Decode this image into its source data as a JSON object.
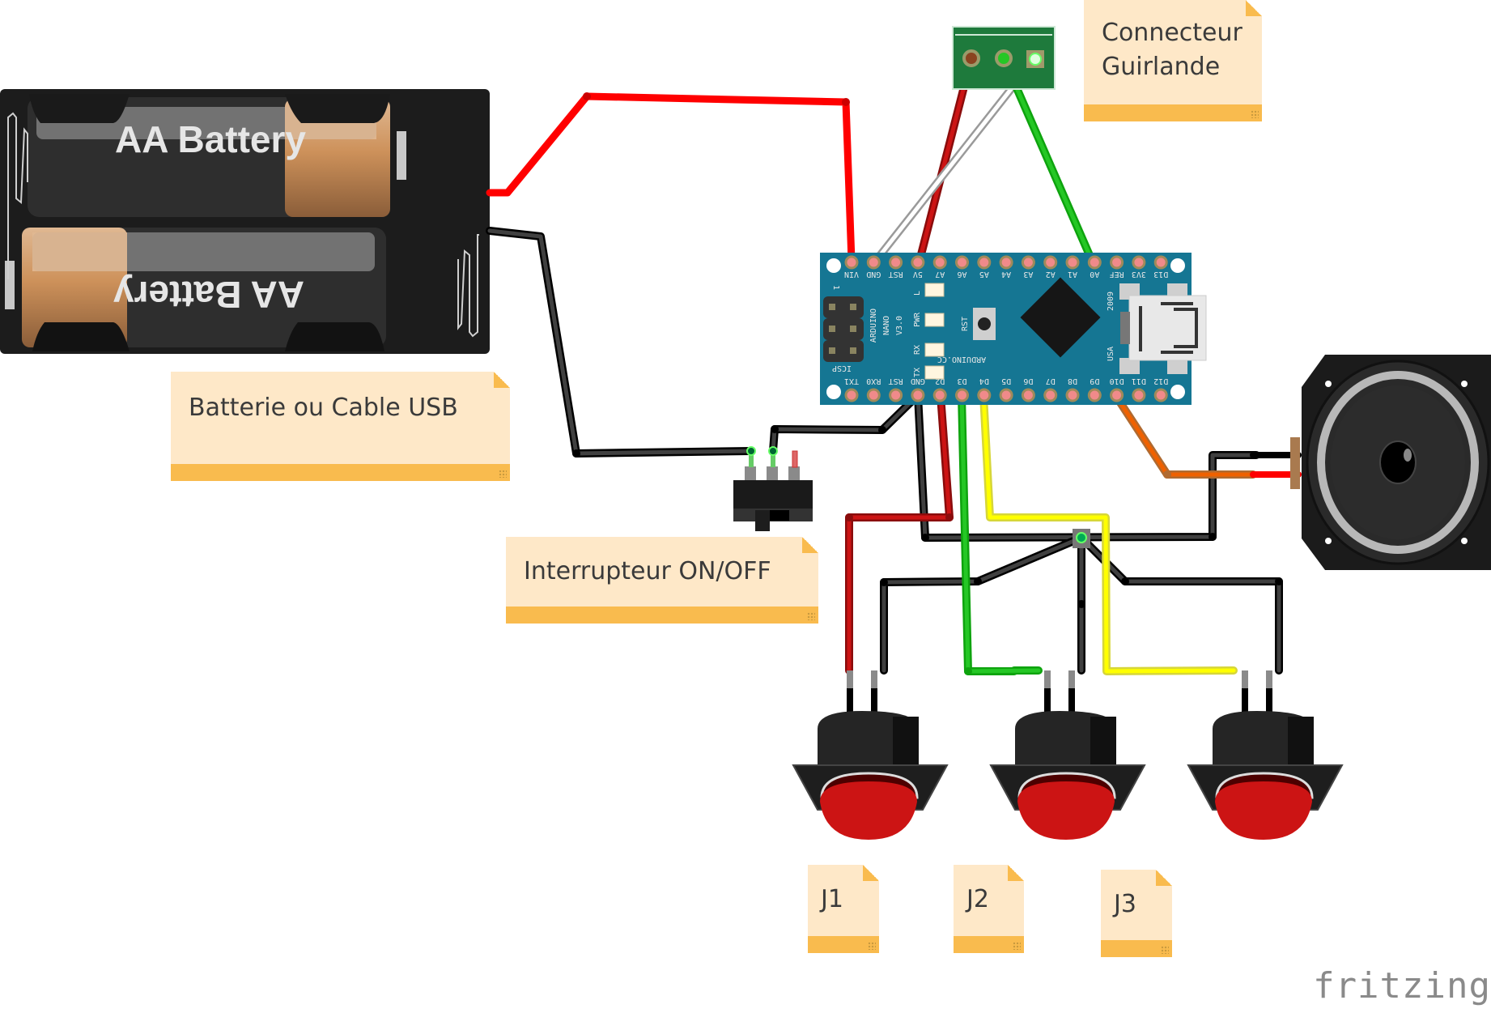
{
  "app": {
    "logo_text": "fritzing"
  },
  "notes": {
    "battery": "Batterie ou Cable USB",
    "connector": "Connecteur\nGuirlande",
    "switch": "Interrupteur ON/OFF",
    "j1": "J1",
    "j2": "J2",
    "j3": "J3"
  },
  "battery_pack": {
    "cell_top_label": "AA Battery",
    "cell_bottom_label": "AA Battery"
  },
  "arduino": {
    "board_name_lines": [
      "ARDUINO",
      "NANO",
      "V3.0"
    ],
    "site_label": "ARDUINO.CC",
    "year_label": "2009",
    "country_label": "USA",
    "icsp_label": "ICSP",
    "reset_label": "RST",
    "header_index": "1",
    "leds": [
      "L",
      "PWR",
      "RX",
      "TX"
    ],
    "top_pins": [
      "VIN",
      "GND",
      "RST",
      "5V",
      "A7",
      "A6",
      "A5",
      "A4",
      "A3",
      "A2",
      "A1",
      "A0",
      "REF",
      "3V3",
      "D13"
    ],
    "bottom_pins": [
      "TX1",
      "RX0",
      "RST",
      "GND",
      "D2",
      "D3",
      "D4",
      "D5",
      "D6",
      "D7",
      "D8",
      "D9",
      "D10",
      "D11",
      "D12"
    ]
  },
  "wires": [
    {
      "from": "battery+",
      "to": "arduino.VIN",
      "color": "#ff0000"
    },
    {
      "from": "battery-",
      "to": "switch.pin1",
      "color": "#404040"
    },
    {
      "from": "switch.pin2",
      "to": "arduino.GND(bottom)",
      "color": "#404040"
    },
    {
      "from": "connector.pin1",
      "to": "arduino.5V",
      "color": "#cc1414"
    },
    {
      "from": "connector.pin2",
      "to": "arduino.A0",
      "color": "#25c725"
    },
    {
      "from": "connector.pin3",
      "to": "arduino.GND(top)",
      "color": "#ffffff"
    },
    {
      "from": "arduino.D2",
      "to": "J1.pin1",
      "color": "#cc1414"
    },
    {
      "from": "arduino.D3",
      "to": "J2.pin1",
      "color": "#25c725"
    },
    {
      "from": "arduino.D4",
      "to": "J3.pin1",
      "color": "#ffff00"
    },
    {
      "from": "arduino.D10",
      "to": "speaker+",
      "color": "#ef6100"
    },
    {
      "from": "arduino.GND",
      "to": "common-ground",
      "color": "#404040"
    }
  ],
  "colors": {
    "board": "#157693",
    "note_bg": "#fee8c8",
    "note_bar": "#f9bb4e",
    "button_cap": "#cc1414"
  }
}
